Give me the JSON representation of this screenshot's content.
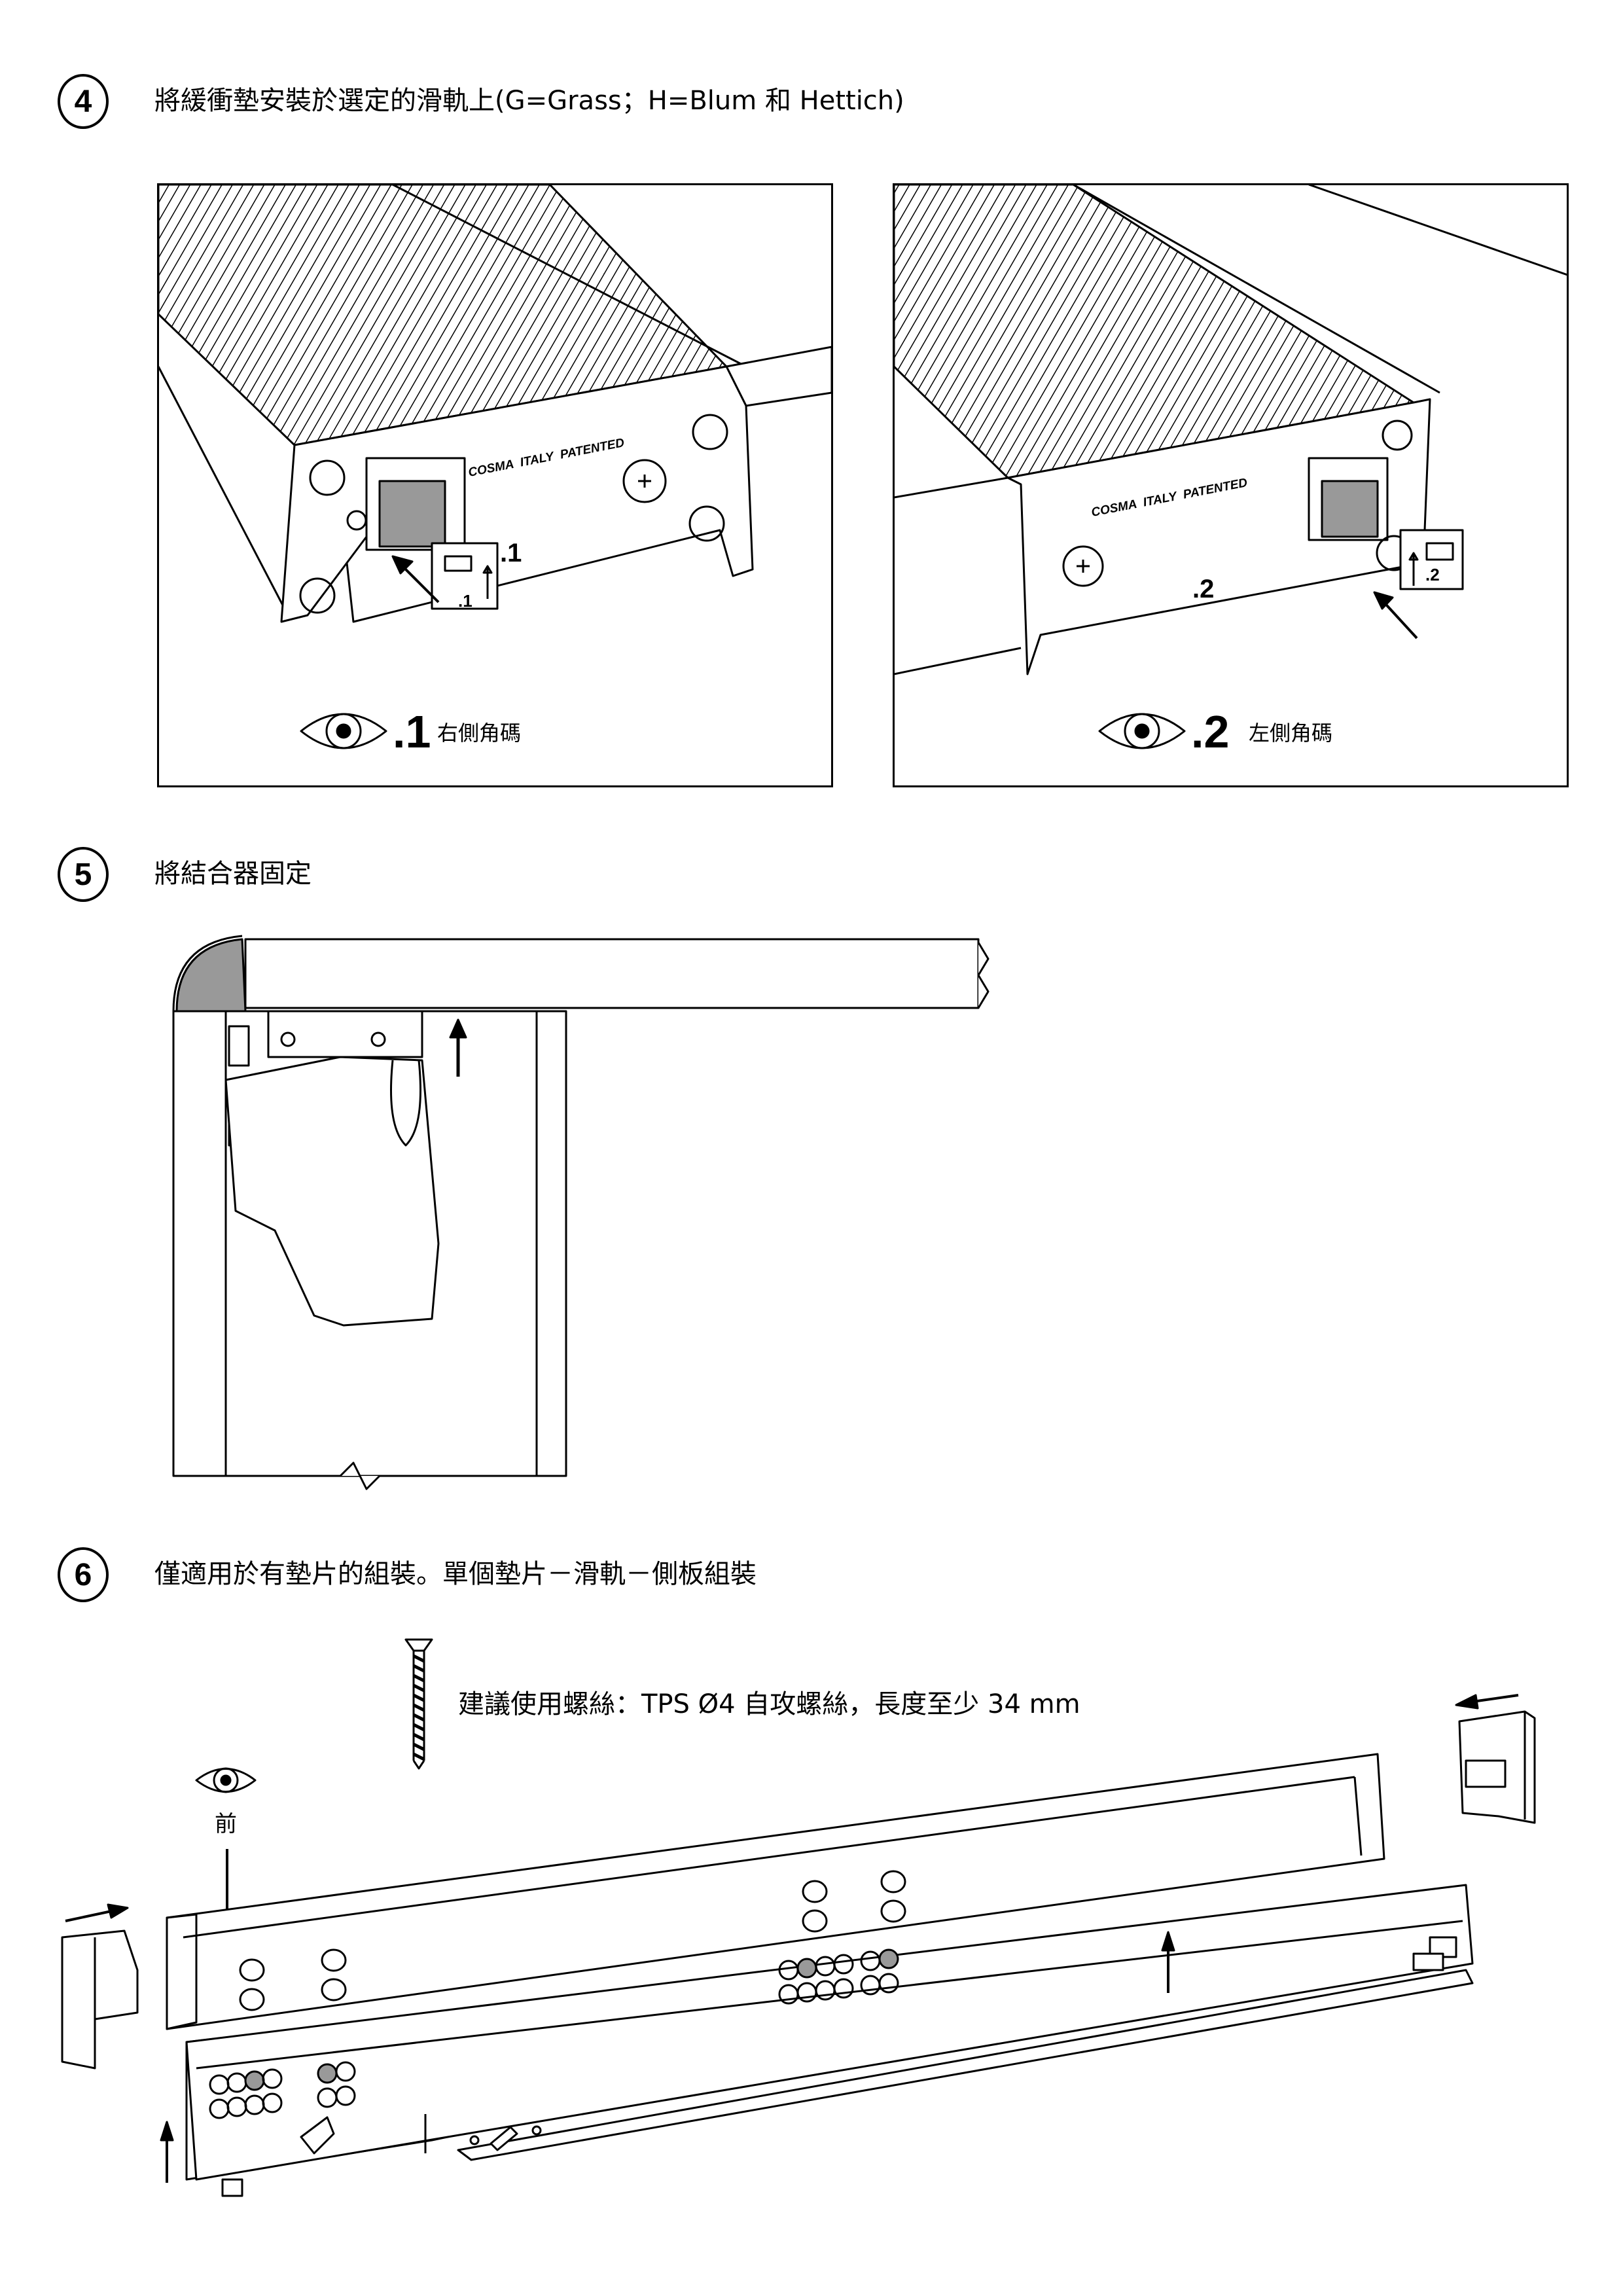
{
  "steps": [
    {
      "number": "4",
      "text": "將緩衝墊安裝於選定的滑軌上(G=Grass；H=Blum 和 Hettich)"
    },
    {
      "number": "5",
      "text": "將結合器固定"
    },
    {
      "number": "6",
      "text": "僅適用於有墊片的組裝。單個墊片－滑軌－側板組裝"
    }
  ],
  "step4": {
    "panels": [
      {
        "view_label": ".1",
        "view_caption": "右側角碼",
        "part_label": ".1",
        "part_mark": ".1",
        "brand_text": "COSMA  ITALY  PATENTED"
      },
      {
        "view_label": ".2",
        "view_caption": "左側角碼",
        "part_label": ".2",
        "part_mark": ".2",
        "brand_text": "COSMA  ITALY  PATENTED"
      }
    ]
  },
  "step6": {
    "screw_note": "建議使用螺絲：TPS Ø4 自攻螺絲，長度至少 34 mm",
    "front_label": "前"
  },
  "colors": {
    "line": "#000000",
    "shade": "#999999",
    "fill": "#ffffff"
  }
}
